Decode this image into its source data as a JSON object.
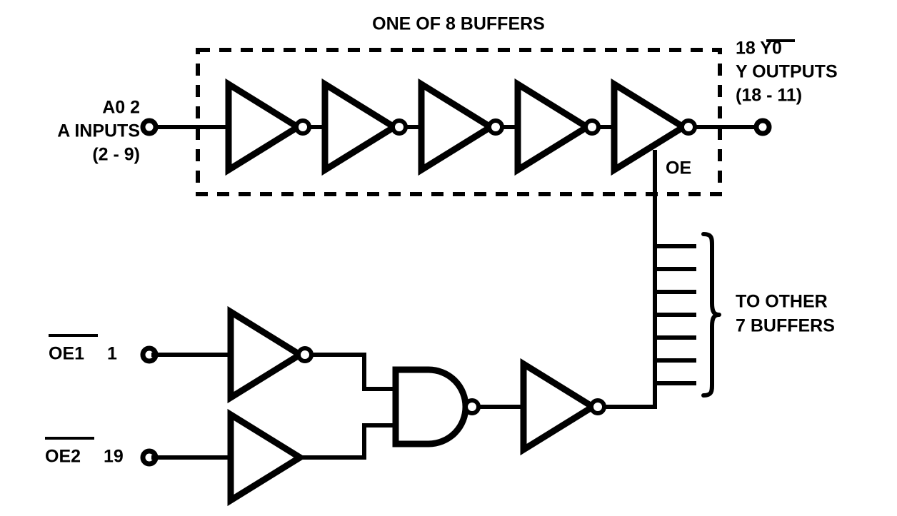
{
  "figure": {
    "type": "logic-diagram",
    "title": "ONE OF 8 BUFFERS",
    "background_color": "#ffffff",
    "line_color": "#000000"
  },
  "labels": {
    "title": "ONE OF 8 BUFFERS",
    "input_a_pin": "A0 2",
    "input_a_name": "A INPUTS",
    "input_a_range": "(2 - 9)",
    "output_y_pin": "18 Y0",
    "output_y_pin_plain": "18",
    "output_y_pin_bar": "Y0",
    "output_y_name": "Y OUTPUTS",
    "output_y_range": "(18 - 11)",
    "oe_control": "OE",
    "oe1_bar": "OE1",
    "oe1_pin": "1",
    "oe2_bar": "OE2",
    "oe2_pin": "19",
    "fanout_line1": "TO OTHER",
    "fanout_line2": "7 BUFFERS"
  },
  "elements": {
    "buffer_chain": {
      "name": "main-buffer-chain",
      "stage_count": 5,
      "stage_type": "inverter",
      "enclosed_by": "dashed-box"
    },
    "enable_logic": {
      "oe1_gate": "inverter",
      "oe2_gate": "buffer",
      "combine_gate": "nand",
      "output_gate": "inverter",
      "fanout_ticks": 7
    }
  }
}
